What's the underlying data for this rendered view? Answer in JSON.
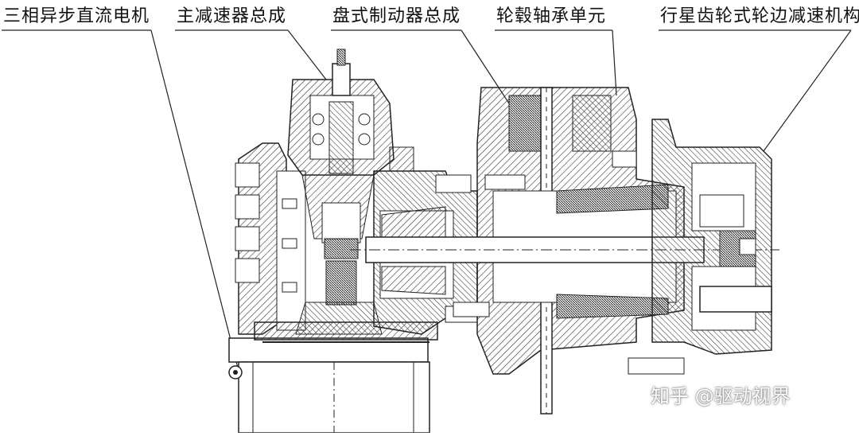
{
  "labels": {
    "motor": "三相异步直流电机",
    "main_reducer": "主减速器总成",
    "disc_brake": "盘式制动器总成",
    "hub_bearing": "轮毂轴承单元",
    "planetary_hub_reducer": "行星齿轮式轮边减速机构"
  },
  "watermark": "知乎 @驱动视界"
}
